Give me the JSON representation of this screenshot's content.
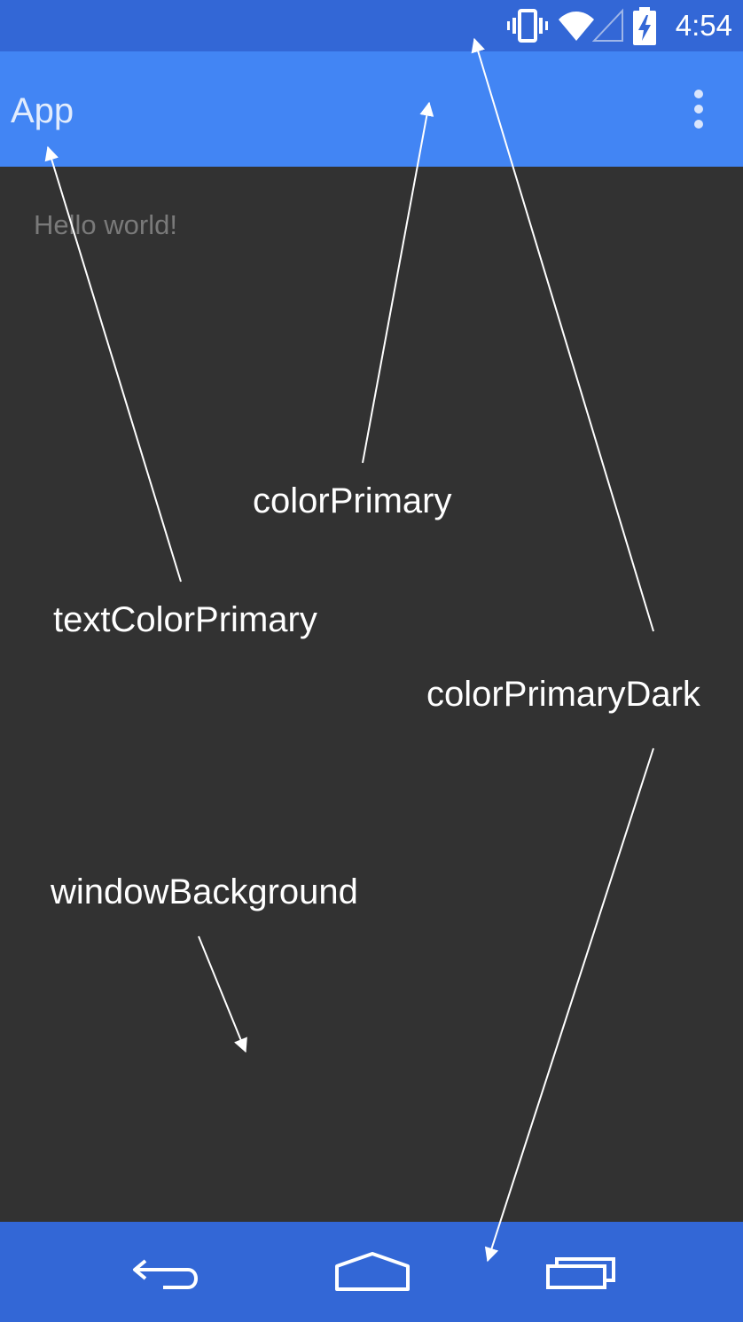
{
  "status_bar": {
    "time": "4:54",
    "icons": [
      "vibrate-icon",
      "wifi-icon",
      "cell-signal-icon",
      "battery-charging-icon"
    ],
    "color": "#3367d6"
  },
  "app_bar": {
    "title": "App",
    "overflow_icon": "more-vert-icon",
    "color": "#4285f4"
  },
  "content": {
    "text": "Hello world!",
    "background": "#323232"
  },
  "nav_bar": {
    "buttons": [
      "back-icon",
      "home-icon",
      "recents-icon"
    ],
    "color": "#3367d6"
  },
  "annotations": {
    "color_primary": "colorPrimary",
    "text_color_primary": "textColorPrimary",
    "color_primary_dark": "colorPrimaryDark",
    "window_background": "windowBackground"
  }
}
